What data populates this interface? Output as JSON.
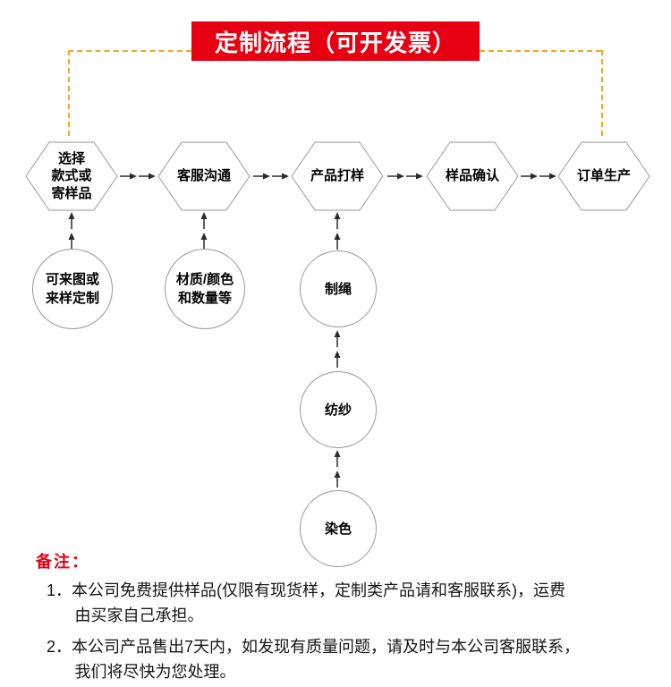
{
  "banner": {
    "title": "定制流程（可开发票）"
  },
  "colors": {
    "banner_red": "#e60012",
    "dashed_yellow": "#f5a623",
    "node_border": "#999999",
    "arrow": "#2b2b2b",
    "remark_red": "#e60012"
  },
  "flow": {
    "hex_nodes": [
      {
        "label": "选择\n款式或\n寄样品"
      },
      {
        "label": "客服沟通"
      },
      {
        "label": "产品打样"
      },
      {
        "label": "样品确认"
      },
      {
        "label": "订单生产"
      }
    ],
    "circle_nodes": [
      {
        "label": "可来图或\n来样定制"
      },
      {
        "label": "材质/颜色\n和数量等"
      },
      {
        "label": "制绳"
      },
      {
        "label": "纺纱"
      },
      {
        "label": "染色"
      }
    ]
  },
  "remarks": {
    "heading": "备注：",
    "items": [
      "1．本公司免费提供样品(仅限有现货样，定制类产品请和客服联系)，运费\n由买家自己承担。",
      "2．本公司产品售出7天内，如发现有质量问题，请及时与本公司客服联系，\n我们将尽快为您处理。"
    ]
  }
}
